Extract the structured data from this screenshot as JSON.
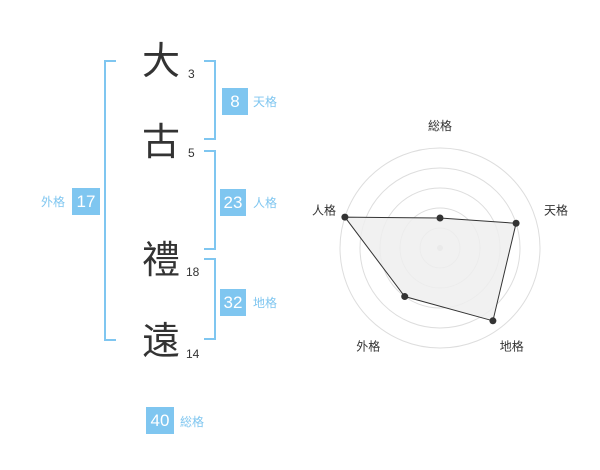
{
  "name_chars": [
    {
      "char": "大",
      "strokes": "3"
    },
    {
      "char": "古",
      "strokes": "5"
    },
    {
      "char": "禮",
      "strokes": "18"
    },
    {
      "char": "遠",
      "strokes": "14"
    }
  ],
  "kakusu": {
    "tenkaku": {
      "value": "8",
      "label": "天格"
    },
    "jinkaku": {
      "value": "23",
      "label": "人格"
    },
    "chikaku": {
      "value": "32",
      "label": "地格"
    },
    "gaikaku": {
      "value": "17",
      "label": "外格"
    },
    "soukaku": {
      "value": "40",
      "label": "総格"
    }
  },
  "colors": {
    "accent": "#7fc6f0",
    "text": "#333333",
    "radar_fill": "#eeeeee",
    "radar_line": "#333333",
    "grid": "#dddddd"
  },
  "chart_data": {
    "type": "radar",
    "axes": [
      "総格",
      "天格",
      "地格",
      "外格",
      "人格"
    ],
    "values": [
      0.3,
      0.8,
      0.9,
      0.6,
      1.0
    ],
    "max": 1.0,
    "grid_rings": 5
  }
}
